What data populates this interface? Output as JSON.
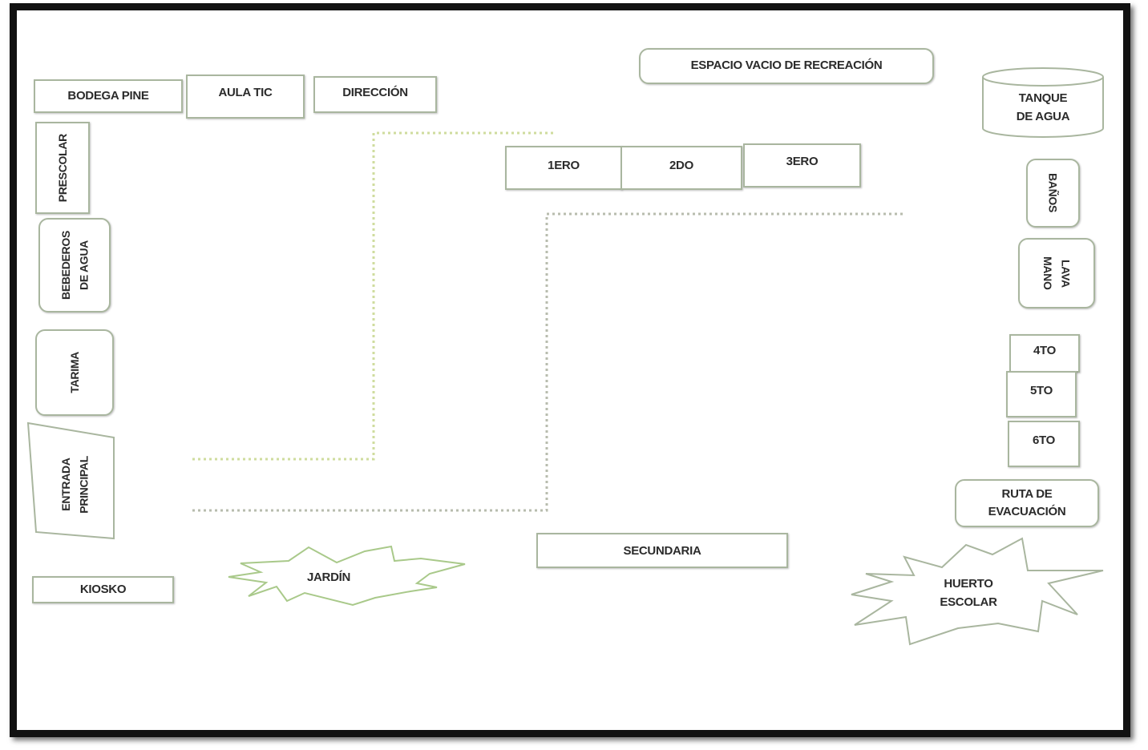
{
  "map": {
    "labels": {
      "bodega": "BODEGA PINE",
      "aula_tic": "AULA TIC",
      "direccion": "DIRECCIÓN",
      "espacio": "ESPACIO VACIO DE RECREACIÓN",
      "tanque_1": "TANQUE",
      "tanque_2": "DE AGUA",
      "preescolar": "PRESCOLAR",
      "bebederos_1": "BEBEDEROS",
      "bebederos_2": "DE AGUA",
      "tarima": "TARIMA",
      "entrada_1": "ENTRADA",
      "entrada_2": "PRINCIPAL",
      "kiosko": "KIOSKO",
      "jardin": "JARDÍN",
      "primero": "1ERO",
      "segundo": "2DO",
      "tercero": "3ERO",
      "banos": "BAÑOS",
      "lavamano_1": "LAVA",
      "lavamano_2": "MANO",
      "cuarto": "4TO",
      "quinto": "5TO",
      "sexto": "6TO",
      "ruta_1": "RUTA DE",
      "ruta_2": "EVACUACIÓN",
      "secundaria": "SECUNDARIA",
      "huerto_1": "HUERTO",
      "huerto_2": "ESCOLAR"
    },
    "colors": {
      "box_border": "#a9b69f",
      "path_dotted": "#c9d99a",
      "path_dotted_dark": "#b9bcb0",
      "frame": "#111111"
    }
  }
}
